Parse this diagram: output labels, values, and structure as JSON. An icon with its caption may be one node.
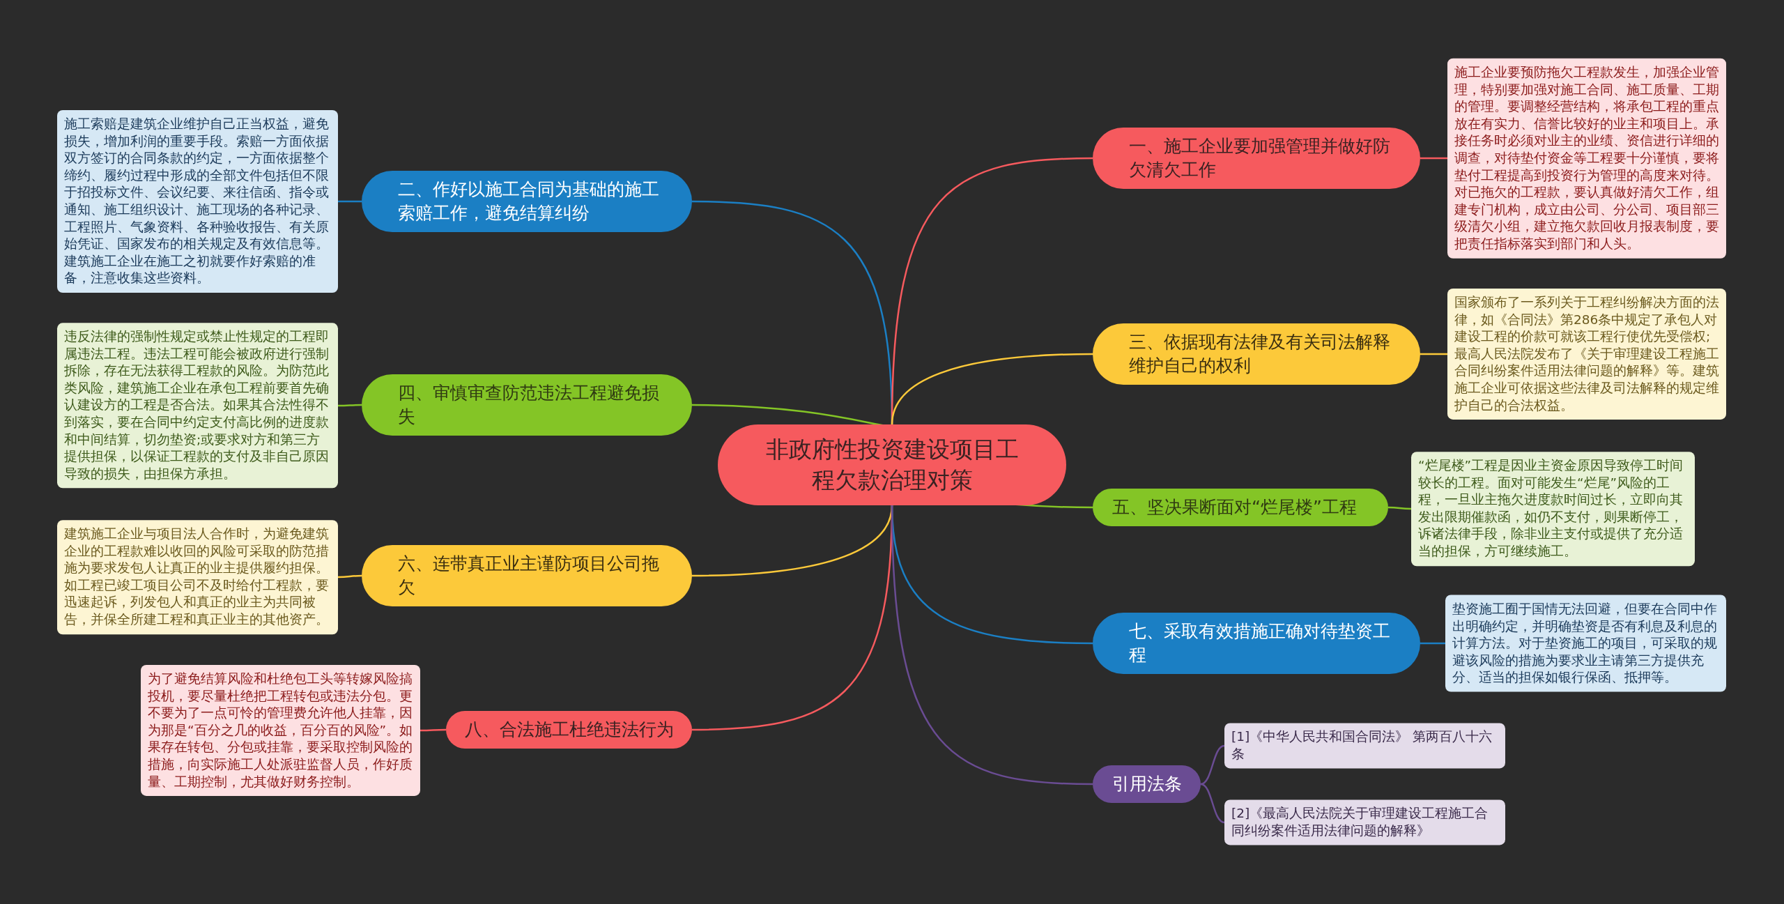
{
  "diagram": {
    "nodes": [
      {
        "text": [
          "非政府性投资建设项目工程欠款治理对策"
        ]
      },
      {
        "text": [
          "二、作好以施工合同为基础的施工索赔工作，避免结算纠纷"
        ]
      },
      {
        "text": [
          "施工索赔是建筑企业维护自己正当权益，避免损失，增加利润的重要手段。索赔一方面依据双方签订的合同条款的约定，一方面依据整个缔约、履约过程中形成的全部文件包括但不限于招投标文件、会议纪要、来往信函、指令或通知、施工组织设计、施工现场的各种记录、工程照片、气象资料、各种验收报告、有关原始凭证、国家发布的相关规定及有效信息等。建筑施工企业在施工之初就要作好索赔的准备，注意收集这些资料。"
        ]
      },
      {
        "text": [
          "四、审慎审查防范违法工程避免损失"
        ]
      },
      {
        "text": [
          "违反法律的强制性规定或禁止性规定的工程即属违法工程。违法工程可能会被政府进行强制拆除，存在无法获得工程款的风险。为防范此类风险，建筑施工企业在承包工程前要首先确认建设方的工程是否合法。如果其合法性得不到落实，要在合同中约定支付高比例的进度款和中间结算，切勿垫资;或要求对方和第三方提供担保，以保证工程款的支付及非自己原因导致的损失，由担保方承担。"
        ]
      },
      {
        "text": [
          "六、连带真正业主谨防项目公司拖欠"
        ]
      },
      {
        "text": [
          "建筑施工企业与项目法人合作时，为避免建筑企业的工程款难以收回的风险可采取的防范措施为要求发包人让真正的业主提供履约担保。如工程已竣工项目公司不及时给付工程款，要迅速起诉，列发包人和真正的业主为共同被告，并保全所建工程和真正业主的其他资产。"
        ]
      },
      {
        "text": [
          "八、合法施工杜绝违法行为"
        ]
      },
      {
        "text": [
          "为了避免结算风险和杜绝包工头等转嫁风险搞投机，要尽量杜绝把工程转包或违法分包。更不要为了一点可怜的管理费允许他人挂靠，因为那是“百分之几的收益，百分百的风险”。如果存在转包、分包或挂靠，要采取控制风险的措施，向实际施工人处派驻监督人员，作好质量、工期控制，尤其做好财务控制。"
        ]
      },
      {
        "text": [
          "一、施工企业要加强管理并做好防欠清欠工作"
        ]
      },
      {
        "text": [
          "施工企业要预防拖欠工程款发生，加强企业管理，特别要加强对施工合同、施工质量、工期的管理。要调整经营结构，将承包工程的重点放在有实力、信誉比较好的业主和项目上。承接任务时必须对业主的业绩、资信进行详细的调查，对待垫付资金等工程要十分谨慎，要将垫付工程提高到投资行为管理的高度来对待。对已拖欠的工程款，要认真做好清欠工作，组建专门机构，成立由公司、分公司、项目部三级清欠小组，建立拖欠款回收月报表制度，要把责任指标落实到部门和人头。"
        ]
      },
      {
        "text": [
          "三、依据现有法律及有关司法解释维护自己的权利"
        ]
      },
      {
        "text": [
          "国家颁布了一系列关于工程纠纷解决方面的法律，如《合同法》第286条中规定了承包人对建设工程的价款可就该工程行使优先受偿权;最高人民法院发布了《关于审理建设工程施工合同纠纷案件适用法律问题的解释》等。建筑施工企业可依据这些法律及司法解释的规定维护自己的合法权益。"
        ]
      },
      {
        "text": [
          "五、坚决果断面对“烂尾楼”工程"
        ]
      },
      {
        "text": [
          "“烂尾楼”工程是因业主资金原因导致停工时间较长的工程。面对可能发生“烂尾”风险的工程，一旦业主拖欠进度款时间过长，立即向其发出限期催款函，如仍不支付，则果断停工，诉诸法律手段，除非业主支付或提供了充分适当的担保，方可继续施工。"
        ]
      },
      {
        "text": [
          "七、采取有效措施正确对待垫资工程"
        ]
      },
      {
        "text": [
          "垫资施工囿于国情无法回避，但要在合同中作出明确约定，并明确垫资是否有利息及利息的计算方法。对于垫资施工的项目，可采取的规避该风险的措施为要求业主请第三方提供充分、适当的担保如银行保函、抵押等。"
        ]
      },
      {
        "text": [
          "引用法条"
        ]
      },
      {
        "text": [
          "[1]《中华人民共和国合同法》 第两百八十六条"
        ]
      },
      {
        "text": [
          "[2]《最高人民法院关于审理建设工程施工合同纠纷案件适用法律问题的解释》"
        ]
      }
    ],
    "edges": [
      {
        "from": 0,
        "to": 1,
        "arrow": "none",
        "color": "#1b7fc4"
      },
      {
        "from": 1,
        "to": 2,
        "arrow": "none",
        "color": "#1b7fc4"
      },
      {
        "from": 0,
        "to": 3,
        "arrow": "none",
        "color": "#84c526"
      },
      {
        "from": 3,
        "to": 4,
        "arrow": "none",
        "color": "#84c526"
      },
      {
        "from": 0,
        "to": 5,
        "arrow": "none",
        "color": "#fcc93a"
      },
      {
        "from": 5,
        "to": 6,
        "arrow": "none",
        "color": "#fcc93a"
      },
      {
        "from": 0,
        "to": 7,
        "arrow": "none",
        "color": "#f65a5e"
      },
      {
        "from": 7,
        "to": 8,
        "arrow": "none",
        "color": "#f65a5e"
      },
      {
        "from": 0,
        "to": 9,
        "arrow": "none",
        "color": "#f65a5e"
      },
      {
        "from": 9,
        "to": 10,
        "arrow": "none",
        "color": "#f65a5e"
      },
      {
        "from": 0,
        "to": 11,
        "arrow": "none",
        "color": "#fcc93a"
      },
      {
        "from": 11,
        "to": 12,
        "arrow": "none",
        "color": "#fcc93a"
      },
      {
        "from": 0,
        "to": 13,
        "arrow": "none",
        "color": "#84c526"
      },
      {
        "from": 13,
        "to": 14,
        "arrow": "none",
        "color": "#84c526"
      },
      {
        "from": 0,
        "to": 15,
        "arrow": "none",
        "color": "#1b7fc4"
      },
      {
        "from": 15,
        "to": 16,
        "arrow": "none",
        "color": "#1b7fc4"
      },
      {
        "from": 0,
        "to": 17,
        "arrow": "none",
        "color": "#6a4c93"
      },
      {
        "from": 17,
        "to": 18,
        "arrow": "none",
        "color": "#6a4c93"
      },
      {
        "from": 17,
        "to": 19,
        "arrow": "none",
        "color": "#6a4c93"
      }
    ]
  }
}
